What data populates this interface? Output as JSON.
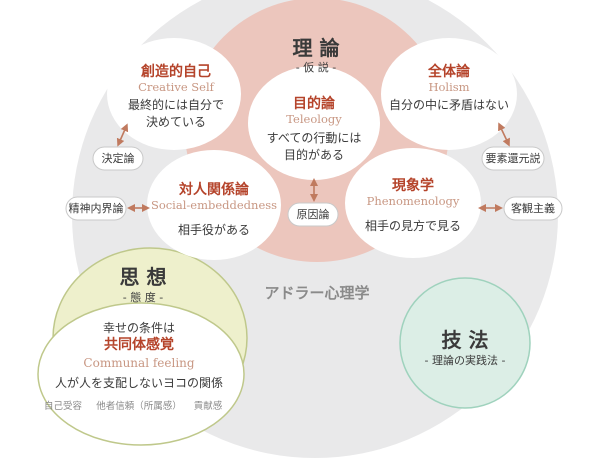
{
  "theory": {
    "title": "理 論",
    "subtitle": "- 仮 説 -"
  },
  "nodes": {
    "creative_self": {
      "title": "創造的自己",
      "en": "Creative Self",
      "desc1": "最終的には自分で",
      "desc2": "決めている"
    },
    "teleology": {
      "title": "目的論",
      "en": "Teleology",
      "desc1": "すべての行動には",
      "desc2": "目的がある"
    },
    "holism": {
      "title": "全体論",
      "en": "Holism",
      "desc1": "自分の中に矛盾はない"
    },
    "social": {
      "title": "対人関係論",
      "en": "Social-embeddedness",
      "desc1": "相手役がある"
    },
    "phenomenology": {
      "title": "現象学",
      "en": "Phenomenology",
      "desc1": "相手の見方で見る"
    }
  },
  "contrasts": {
    "determinism": "決定論",
    "reductionism": "要素還元説",
    "intrapsychic": "精神内界論",
    "causalism": "原因論",
    "objectivism": "客観主義"
  },
  "center_label": "アドラー心理学",
  "thought": {
    "title": "思 想",
    "subtitle": "- 態 度 -",
    "line1": "幸せの条件は",
    "line2": "共同体感覚",
    "en": "Communal feeling",
    "line3": "人が人を支配しないヨコの関係",
    "items": [
      "自己受容",
      "他者信頼（所属感）",
      "貢献感"
    ]
  },
  "technique": {
    "title": "技 法",
    "subtitle": "- 理論の実践法 -"
  },
  "colors": {
    "theory_fill": "#ecc6bd",
    "outer_fill": "#e9e9ea",
    "thought_fill": "#eef0cc",
    "thought_stroke": "#bfc88b",
    "technique_fill": "#dceee6",
    "technique_stroke": "#9fd2bd",
    "accent_red": "#b5442b",
    "arrow": "#c07a5f"
  }
}
